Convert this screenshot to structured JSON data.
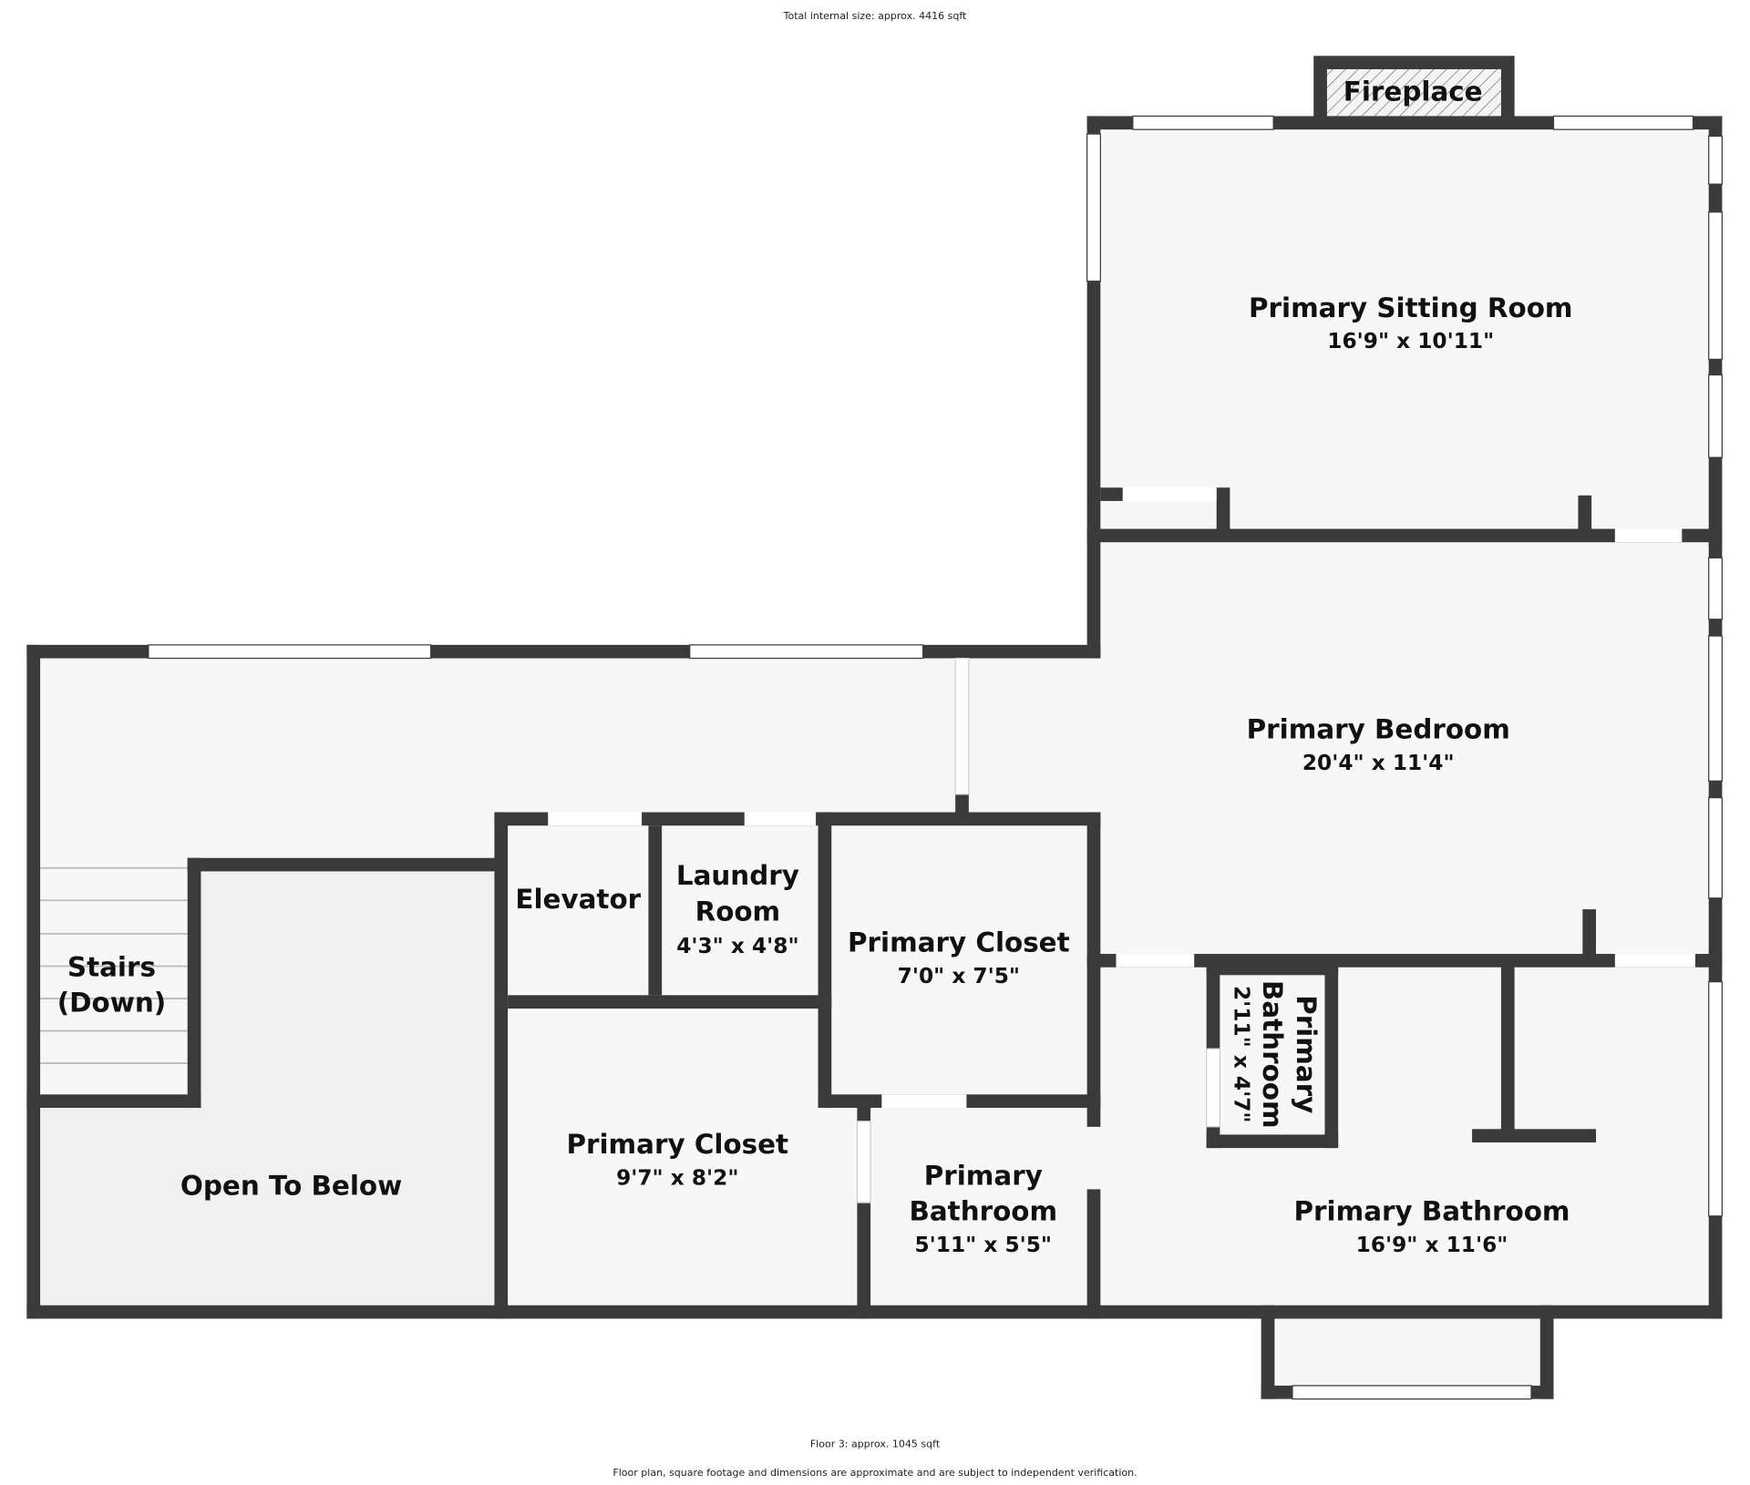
{
  "header": {
    "total_size": "Total internal size: approx. 4416 sqft"
  },
  "footer": {
    "floor_size": "Floor 3: approx. 1045 sqft",
    "disclaimer": "Floor plan, square footage and dimensions are approximate and are subject to independent verification."
  },
  "colors": {
    "wall": "#3a3a3a",
    "room_fill": "#f7f7f7",
    "open_below_fill": "#f0f0f0"
  },
  "rooms": {
    "fireplace": {
      "name": "Fireplace"
    },
    "sitting": {
      "name": "Primary Sitting Room",
      "dim": "16'9\" x 10'11\""
    },
    "bedroom": {
      "name": "Primary Bedroom",
      "dim": "20'4\" x 11'4\""
    },
    "elevator": {
      "name": "Elevator"
    },
    "laundry": {
      "name1": "Laundry",
      "name2": "Room",
      "dim": "4'3\" x 4'8\""
    },
    "closet1": {
      "name": "Primary Closet",
      "dim": "7'0\" x 7'5\""
    },
    "stairs": {
      "name1": "Stairs",
      "name2": "(Down)"
    },
    "open_below": {
      "name": "Open To Below"
    },
    "closet2": {
      "name": "Primary Closet",
      "dim": "9'7\" x 8'2\""
    },
    "bath_small": {
      "name1": "Primary",
      "name2": "Bathroom",
      "dim": "5'11\" x 5'5\""
    },
    "bath_tiny": {
      "name1": "Primary",
      "name2": "Bathroom",
      "dim": "2'11\" x 4'7\""
    },
    "bath_main": {
      "name": "Primary Bathroom",
      "dim": "16'9\" x 11'6\""
    }
  }
}
